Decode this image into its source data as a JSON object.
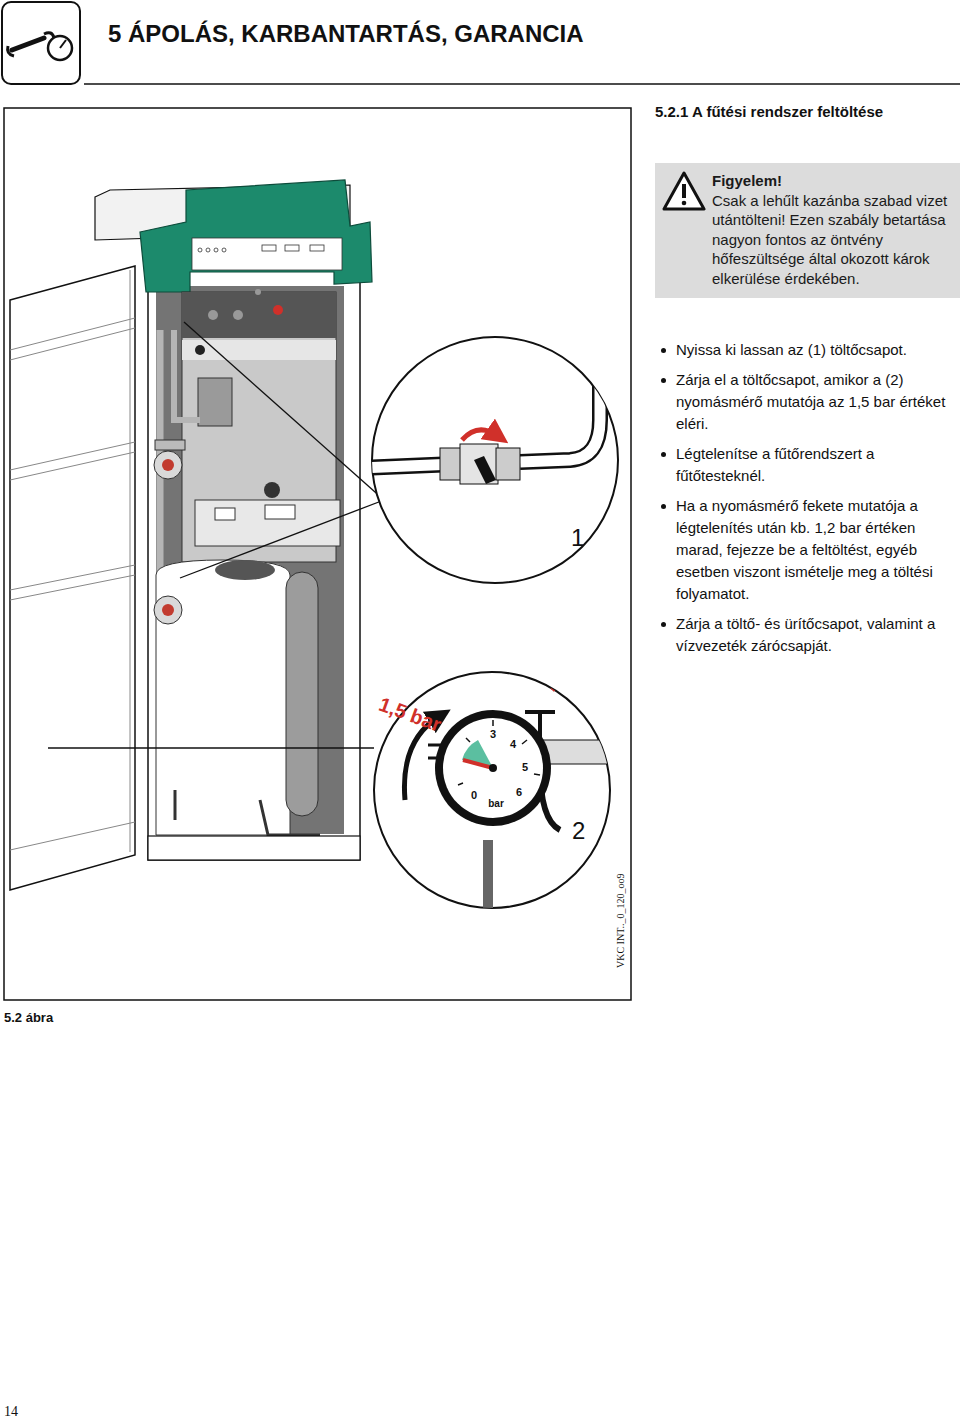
{
  "diagram": {
    "title": "5 ÁPOLÁS, KARBANTARTÁS, GARANCIA",
    "caption": "5.2 ábra",
    "nodes": [
      {
        "text": [
          "Figyelem!",
          "Csak a lehűlt kazánba szabad vizet utántölteni! Ezen szabály betartása nagyon fontos az öntvény hőfeszültsége által okozott károk elkerülése érdekében."
        ]
      }
    ],
    "labels": [
      "5.2.1 A fűtési rendszer feltöltése",
      "Nyissa ki lassan az (1) töltőcsapot.",
      "Zárja el a töltőcsapot, amikor a (2) nyomásmérő mutatója az 1,5 bar értéket eléri.",
      "Légtelenítse a fűtőrendszert a fűtőtesteknél.",
      "Ha a nyomásmérő fekete mutatója a légtelenítés után kb. 1,2 bar értéken marad, fejezze be a feltöltést, egyéb esetben viszont ismételje meg a töltési folyamatot.",
      "Zárja a töltő- és ürítőcsapot, valamint a vízvezeték zárócsapját.",
      "1",
      "1,5 bar",
      "3",
      "4",
      "5",
      "6",
      "0",
      "bar",
      "2",
      "VKC INT.._0_120_oo9",
      "14"
    ]
  }
}
